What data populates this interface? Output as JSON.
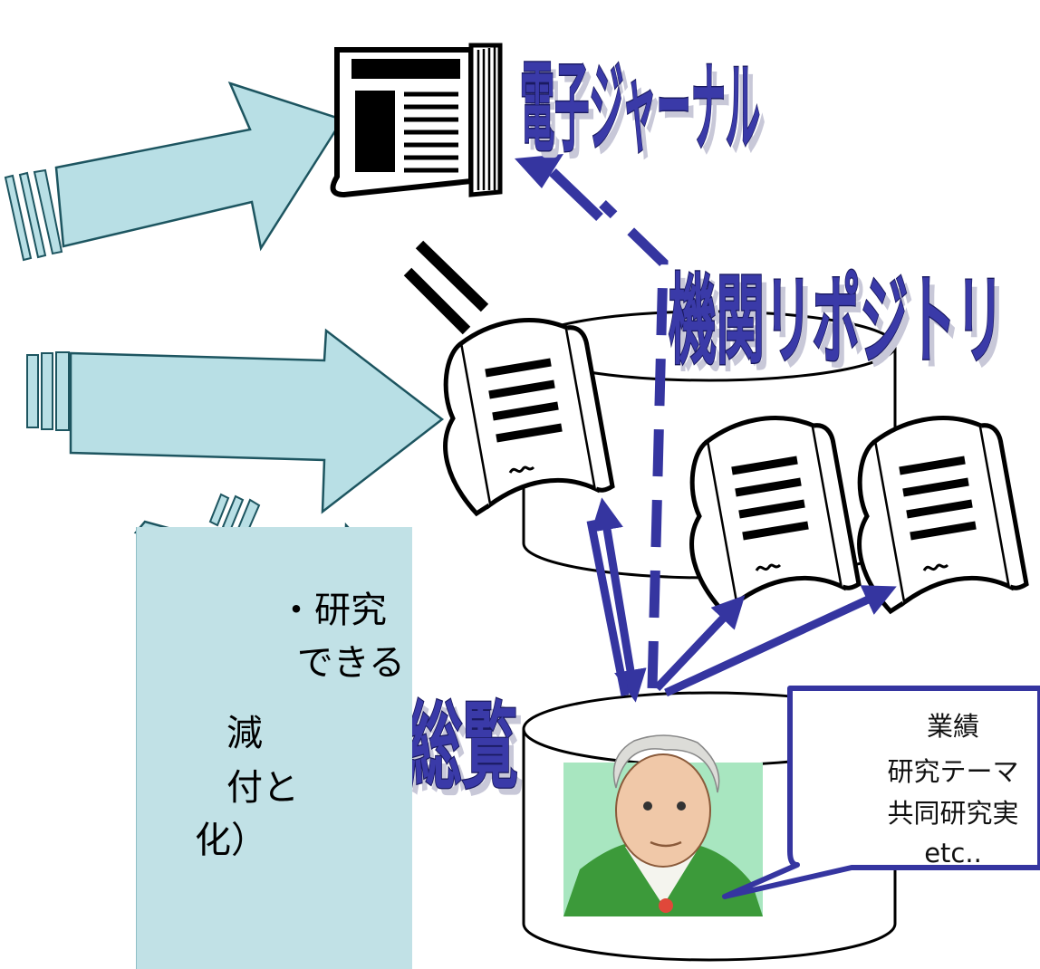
{
  "labels": {
    "ejournal": "電子ジャーナル",
    "repository": "機関リポジトリ",
    "researcher_db": "研究者総覧"
  },
  "callout": {
    "lines": [
      "業績",
      "研究テーマ",
      "共同研究実",
      "etc.."
    ]
  },
  "info_box": {
    "lines": [
      "・研究",
      "できる",
      "減",
      "付と",
      "化）"
    ]
  },
  "colors": {
    "arrow_fill": "#b8dfe5",
    "arrow_stroke": "#1d5560",
    "accent_blue": "#3a3aa8",
    "box_fill": "#c1e1e6"
  }
}
